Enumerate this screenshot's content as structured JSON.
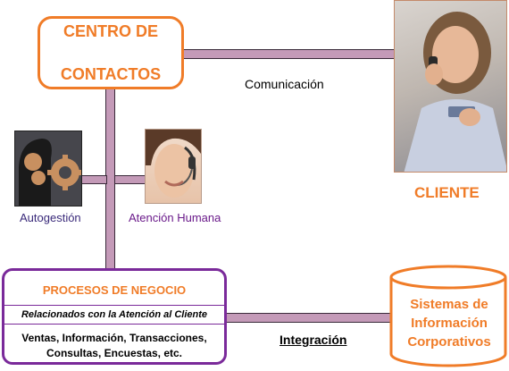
{
  "centro": {
    "line1": "CENTRO DE",
    "line2": "CONTACTOS"
  },
  "comunicacion_label": "Comunicación",
  "cliente_label": "CLIENTE",
  "autogestion_label": "Autogestión",
  "atencion_label": "Atención Humana",
  "procesos": {
    "title": "PROCESOS DE NEGOCIO",
    "subtitle": "Relacionados con la Atención al Cliente",
    "body_line1": "Ventas, Información, Transacciones,",
    "body_line2": "Consultas, Encuestas, etc."
  },
  "integracion_label": "Integración",
  "sistemas": {
    "line1": "Sistemas de",
    "line2": "Información",
    "line3": "Corporativos"
  },
  "colors": {
    "accent": "#f07c28",
    "purple": "#7a2a9a",
    "connector": "#c49ab8"
  }
}
